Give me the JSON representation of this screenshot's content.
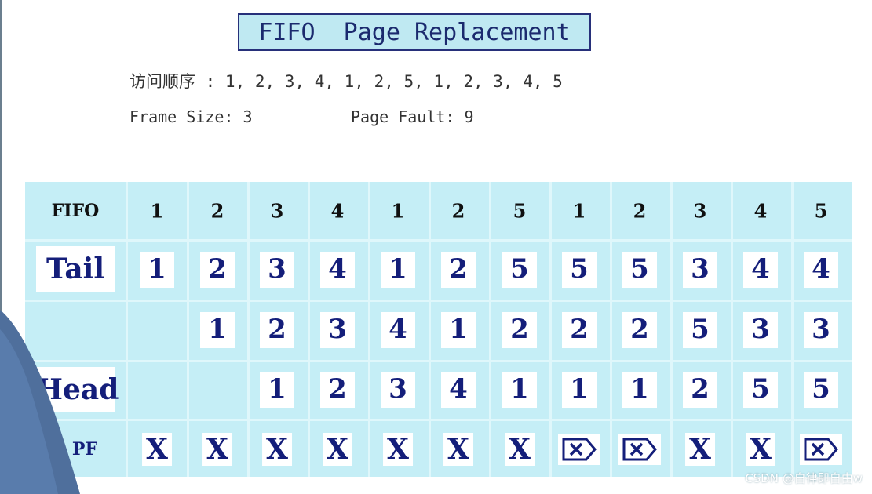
{
  "title": "FIFO  Page Replacement",
  "access_sequence": "访问顺序 : 1, 2, 3, 4, 1, 2, 5, 1, 2, 3, 4, 5",
  "frame_size": "Frame Size: 3",
  "page_fault": "Page Fault: 9",
  "table": {
    "header_label": "FIFO",
    "references": [
      "1",
      "2",
      "3",
      "4",
      "1",
      "2",
      "5",
      "1",
      "2",
      "3",
      "4",
      "5"
    ],
    "row_labels": {
      "tail": "Tail",
      "middle": "",
      "head": "Head",
      "pf": "PF"
    },
    "tail": [
      "1",
      "2",
      "3",
      "4",
      "1",
      "2",
      "5",
      "5",
      "5",
      "3",
      "4",
      "4"
    ],
    "middle": [
      "",
      "1",
      "2",
      "3",
      "4",
      "1",
      "2",
      "2",
      "2",
      "5",
      "3",
      "3"
    ],
    "head": [
      "",
      "",
      "1",
      "2",
      "3",
      "4",
      "1",
      "1",
      "1",
      "2",
      "5",
      "5"
    ],
    "pf": [
      "X",
      "X",
      "X",
      "X",
      "X",
      "X",
      "X",
      "hit",
      "hit",
      "X",
      "X",
      "hit"
    ]
  },
  "watermark": "CSDN @自律即自由w",
  "colors": {
    "table_bg": "#c5eef6",
    "ink": "#141e7a",
    "title_border": "#27307a"
  }
}
